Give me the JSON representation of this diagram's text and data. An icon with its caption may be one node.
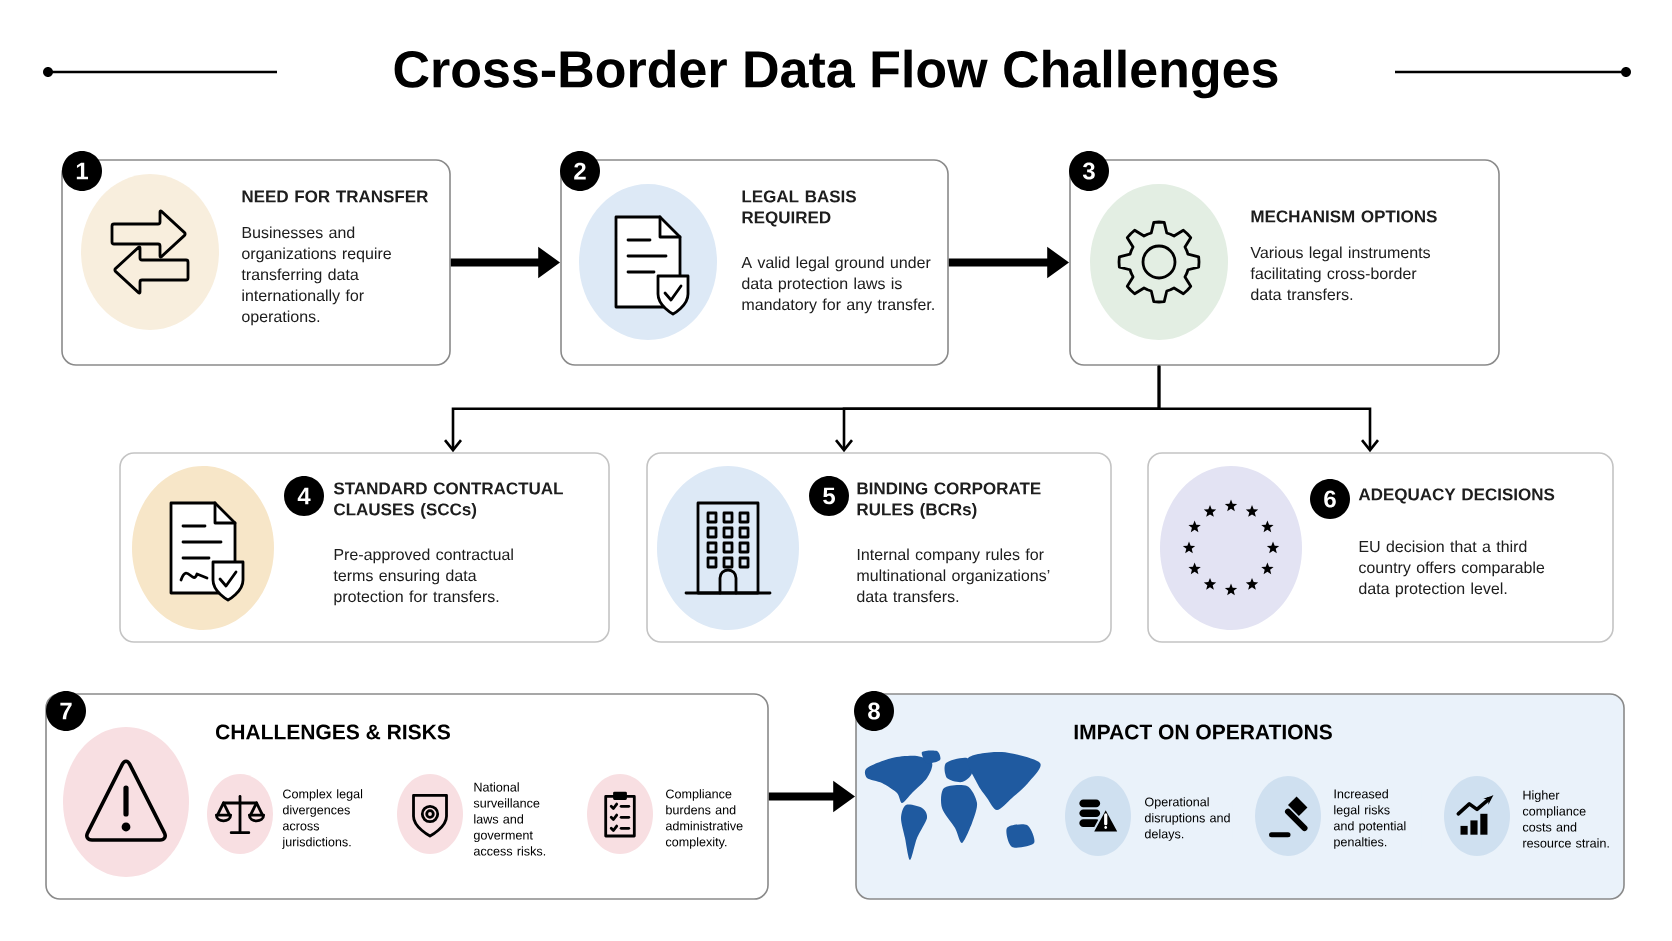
{
  "diagram": {
    "title": "Cross-Border Data Flow Challenges",
    "nodes": [
      {
        "text": [
          "1",
          "NEED FOR TRANSFER",
          "Businesses and organizations require transferring data internationally for operations."
        ]
      },
      {
        "text": [
          "2",
          "LEGAL BASIS REQUIRED",
          "A valid legal ground under data protection laws is mandatory for any transfer."
        ]
      },
      {
        "text": [
          "3",
          "MECHANISM OPTIONS",
          "Various legal instruments facilitating cross-border data transfers."
        ]
      },
      {
        "text": [
          "4",
          "STANDARD CONTRACTUAL CLAUSES (SCCs)",
          "Pre-approved contractual terms ensuring data protection for transfers."
        ]
      },
      {
        "text": [
          "5",
          "BINDING CORPORATE RULES (BCRs)",
          "Internal company rules for multinational organizations’ data transfers."
        ]
      },
      {
        "text": [
          "6",
          "ADEQUACY DECISIONS",
          "EU decision that a third country offers comparable data protection level."
        ]
      },
      {
        "text": [
          "7",
          "CHALLENGES & RISKS"
        ]
      },
      {
        "text": [
          "Complex legal divergences across jurisdictions."
        ],
        "in": 6
      },
      {
        "text": [
          "National surveillance laws and goverment access risks."
        ],
        "in": 6
      },
      {
        "text": [
          "Compliance burdens and administrative complexity."
        ],
        "in": 6
      },
      {
        "text": [
          "8",
          "IMPACT ON OPERATIONS"
        ]
      },
      {
        "text": [
          "Operational disruptions and delays."
        ],
        "in": 10
      },
      {
        "text": [
          "Increased legal risks and potential penalties."
        ],
        "in": 10
      },
      {
        "text": [
          "Higher compliance costs and resource strain."
        ],
        "in": 10
      }
    ],
    "edges": [
      {
        "from": 0,
        "to": 1,
        "arrow": "to",
        "style": "thick"
      },
      {
        "from": 1,
        "to": 2,
        "arrow": "to",
        "style": "thick"
      },
      {
        "from": 2,
        "to": 3,
        "arrow": "to"
      },
      {
        "from": 2,
        "to": 4,
        "arrow": "to"
      },
      {
        "from": 2,
        "to": 5,
        "arrow": "to"
      },
      {
        "from": 6,
        "to": 10,
        "arrow": "to",
        "style": "thick"
      }
    ]
  }
}
